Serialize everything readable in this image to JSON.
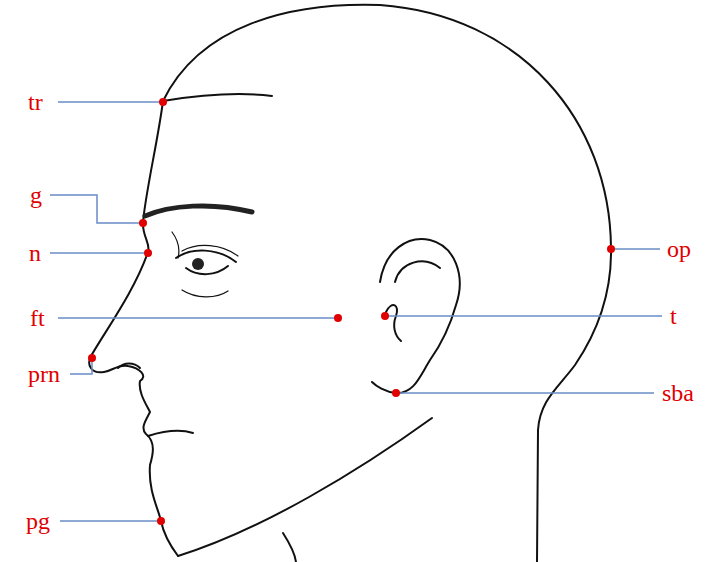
{
  "diagram": {
    "labels": [
      "tr",
      "g",
      "n",
      "ft",
      "prn",
      "pg",
      "t",
      "op",
      "sba"
    ]
  }
}
